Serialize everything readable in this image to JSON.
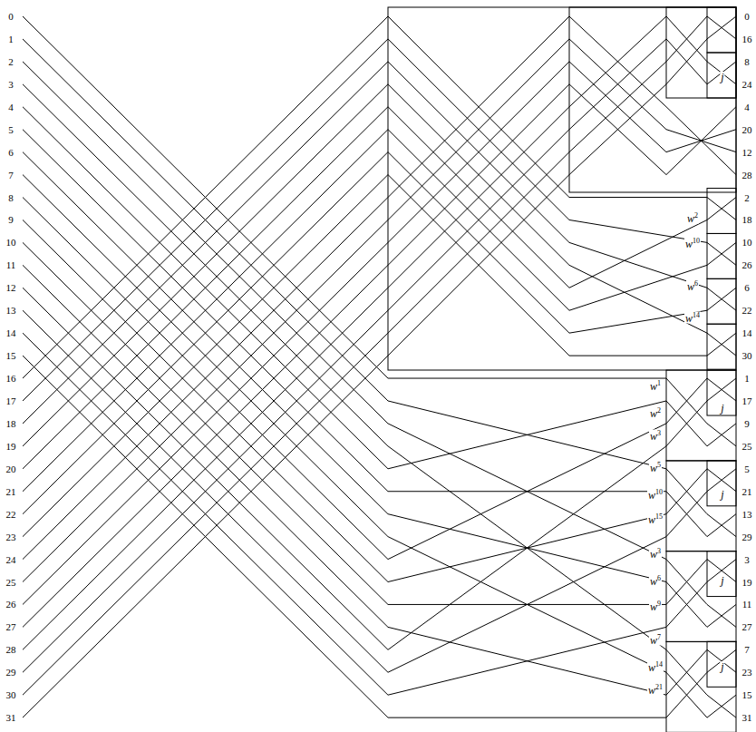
{
  "diagram": {
    "labels": [
      "0",
      "1",
      "2",
      "3",
      "4",
      "5",
      "6",
      "7",
      "8",
      "9",
      "10",
      "11",
      "12",
      "13",
      "14",
      "15",
      "16",
      "17",
      "18",
      "19",
      "20",
      "21",
      "22",
      "23",
      "24",
      "25",
      "26",
      "27",
      "28",
      "29",
      "30",
      "31",
      "0",
      "16",
      "8",
      "24",
      "4",
      "20",
      "12",
      "28",
      "2",
      "18",
      "10",
      "26",
      "6",
      "22",
      "14",
      "30",
      "1",
      "17",
      "9",
      "25",
      "5",
      "21",
      "13",
      "29",
      "3",
      "19",
      "11",
      "27",
      "7",
      "23",
      "15",
      "31",
      "w2",
      "w10",
      "w6",
      "w14",
      "w1",
      "w2",
      "w3",
      "w5",
      "w10",
      "w15",
      "w3",
      "w6",
      "w9",
      "w7",
      "w14",
      "w21",
      "j",
      "j",
      "j",
      "j",
      "j"
    ]
  }
}
